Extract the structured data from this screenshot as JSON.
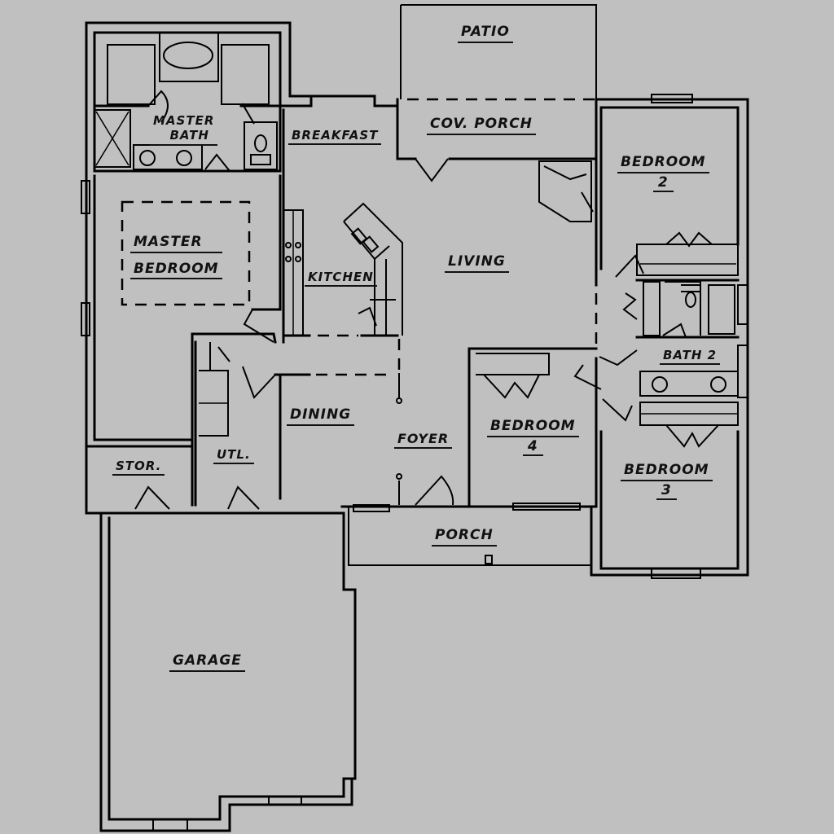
{
  "plan": {
    "background_color": "#c0c0c0",
    "line_color": "#000000",
    "rooms": [
      {
        "id": "patio",
        "label": "PATIO",
        "number": ""
      },
      {
        "id": "cov_porch",
        "label": "COV. PORCH",
        "number": ""
      },
      {
        "id": "master_bath",
        "label": "MASTER BATH",
        "line1": "MASTER",
        "line2": "BATH",
        "number": ""
      },
      {
        "id": "breakfast",
        "label": "BREAKFAST",
        "number": ""
      },
      {
        "id": "bedroom_2",
        "label": "BEDROOM",
        "number": "2"
      },
      {
        "id": "master_bedroom",
        "label": "MASTER BEDROOM",
        "line1": "MASTER",
        "line2": "BEDROOM",
        "number": ""
      },
      {
        "id": "kitchen",
        "label": "KITCHEN",
        "number": ""
      },
      {
        "id": "living",
        "label": "LIVING",
        "number": ""
      },
      {
        "id": "bath_2",
        "label": "BATH 2",
        "number": ""
      },
      {
        "id": "dining",
        "label": "DINING",
        "number": ""
      },
      {
        "id": "foyer",
        "label": "FOYER",
        "number": ""
      },
      {
        "id": "bedroom_4",
        "label": "BEDROOM",
        "number": "4"
      },
      {
        "id": "bedroom_3",
        "label": "BEDROOM",
        "number": "3"
      },
      {
        "id": "stor",
        "label": "STOR.",
        "number": ""
      },
      {
        "id": "utl",
        "label": "UTL.",
        "number": ""
      },
      {
        "id": "porch",
        "label": "PORCH",
        "number": ""
      },
      {
        "id": "garage",
        "label": "GARAGE",
        "number": ""
      }
    ]
  }
}
